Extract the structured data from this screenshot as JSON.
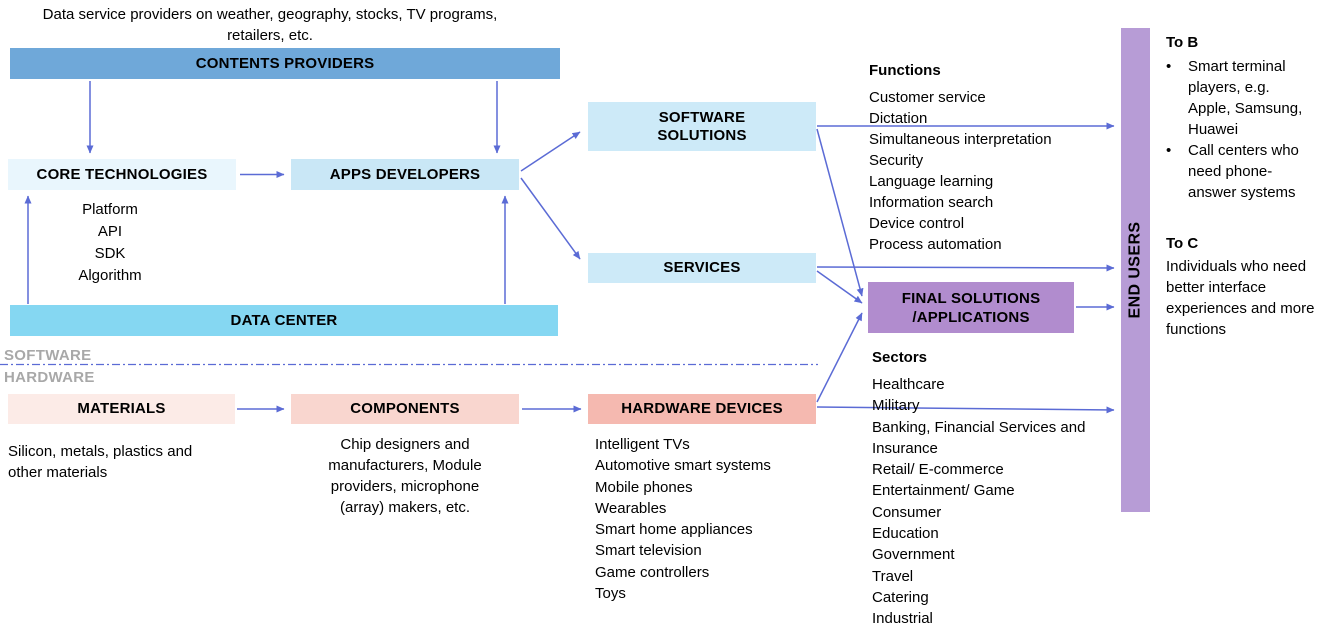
{
  "caption": "Data service providers on weather, geography, stocks, TV programs, retailers, etc.",
  "boxes": {
    "contents_providers": "CONTENTS PROVIDERS",
    "core_technologies": "CORE TECHNOLOGIES",
    "apps_developers": "APPS DEVELOPERS",
    "data_center": "DATA CENTER",
    "software_solutions": "SOFTWARE SOLUTIONS",
    "services": "SERVICES",
    "materials": "MATERIALS",
    "components": "COMPONENTS",
    "hardware_devices": "HARDWARE DEVICES",
    "final_solutions": "FINAL SOLUTIONS /APPLICATIONS",
    "end_users": "END USERS"
  },
  "core_technology_items": [
    "Platform",
    "API",
    "SDK",
    "Algorithm"
  ],
  "layer_divider": {
    "software": "SOFTWARE",
    "hardware": "HARDWARE"
  },
  "materials_desc": "Silicon, metals, plastics and other materials",
  "components_desc": "Chip designers and manufacturers, Module providers, microphone (array) makers, etc.",
  "hardware_devices_list": [
    "Intelligent TVs",
    "Automotive smart systems",
    "Mobile phones",
    "Wearables",
    "Smart home appliances",
    "Smart television",
    "Game controllers",
    "Toys"
  ],
  "functions": {
    "heading": "Functions",
    "items": [
      "Customer service",
      "Dictation",
      "Simultaneous interpretation",
      "Security",
      "Language learning",
      "Information search",
      "Device control",
      "Process automation"
    ]
  },
  "sectors": {
    "heading": "Sectors",
    "items": [
      "Healthcare",
      "Military",
      "Banking, Financial Services and Insurance",
      "Retail/ E-commerce",
      "Entertainment/ Game",
      "Consumer",
      "Education",
      "Government",
      "Travel",
      "Catering",
      "Industrial"
    ]
  },
  "to_b": {
    "heading": "To B",
    "bullets": [
      "Smart terminal players, e.g. Apple, Samsung, Huawei",
      "Call centers who need phone-answer systems"
    ]
  },
  "to_c": {
    "heading": "To C",
    "text": "Individuals who need better interface experiences and more functions"
  },
  "colors": {
    "contents_providers": "#6fa8d9",
    "core_technologies": "#e9f6fd",
    "apps_developers": "#c9e7f6",
    "data_center": "#85d7f2",
    "software_solutions_services": "#cdeaf8",
    "materials": "#fcebe7",
    "components": "#f9d6cf",
    "hardware_devices": "#f5b9b0",
    "final_solutions": "#b18cce",
    "end_users_bar": "#b79cd6",
    "arrow": "#5b6bd5",
    "layer_label_gray": "#a8a8a8"
  }
}
